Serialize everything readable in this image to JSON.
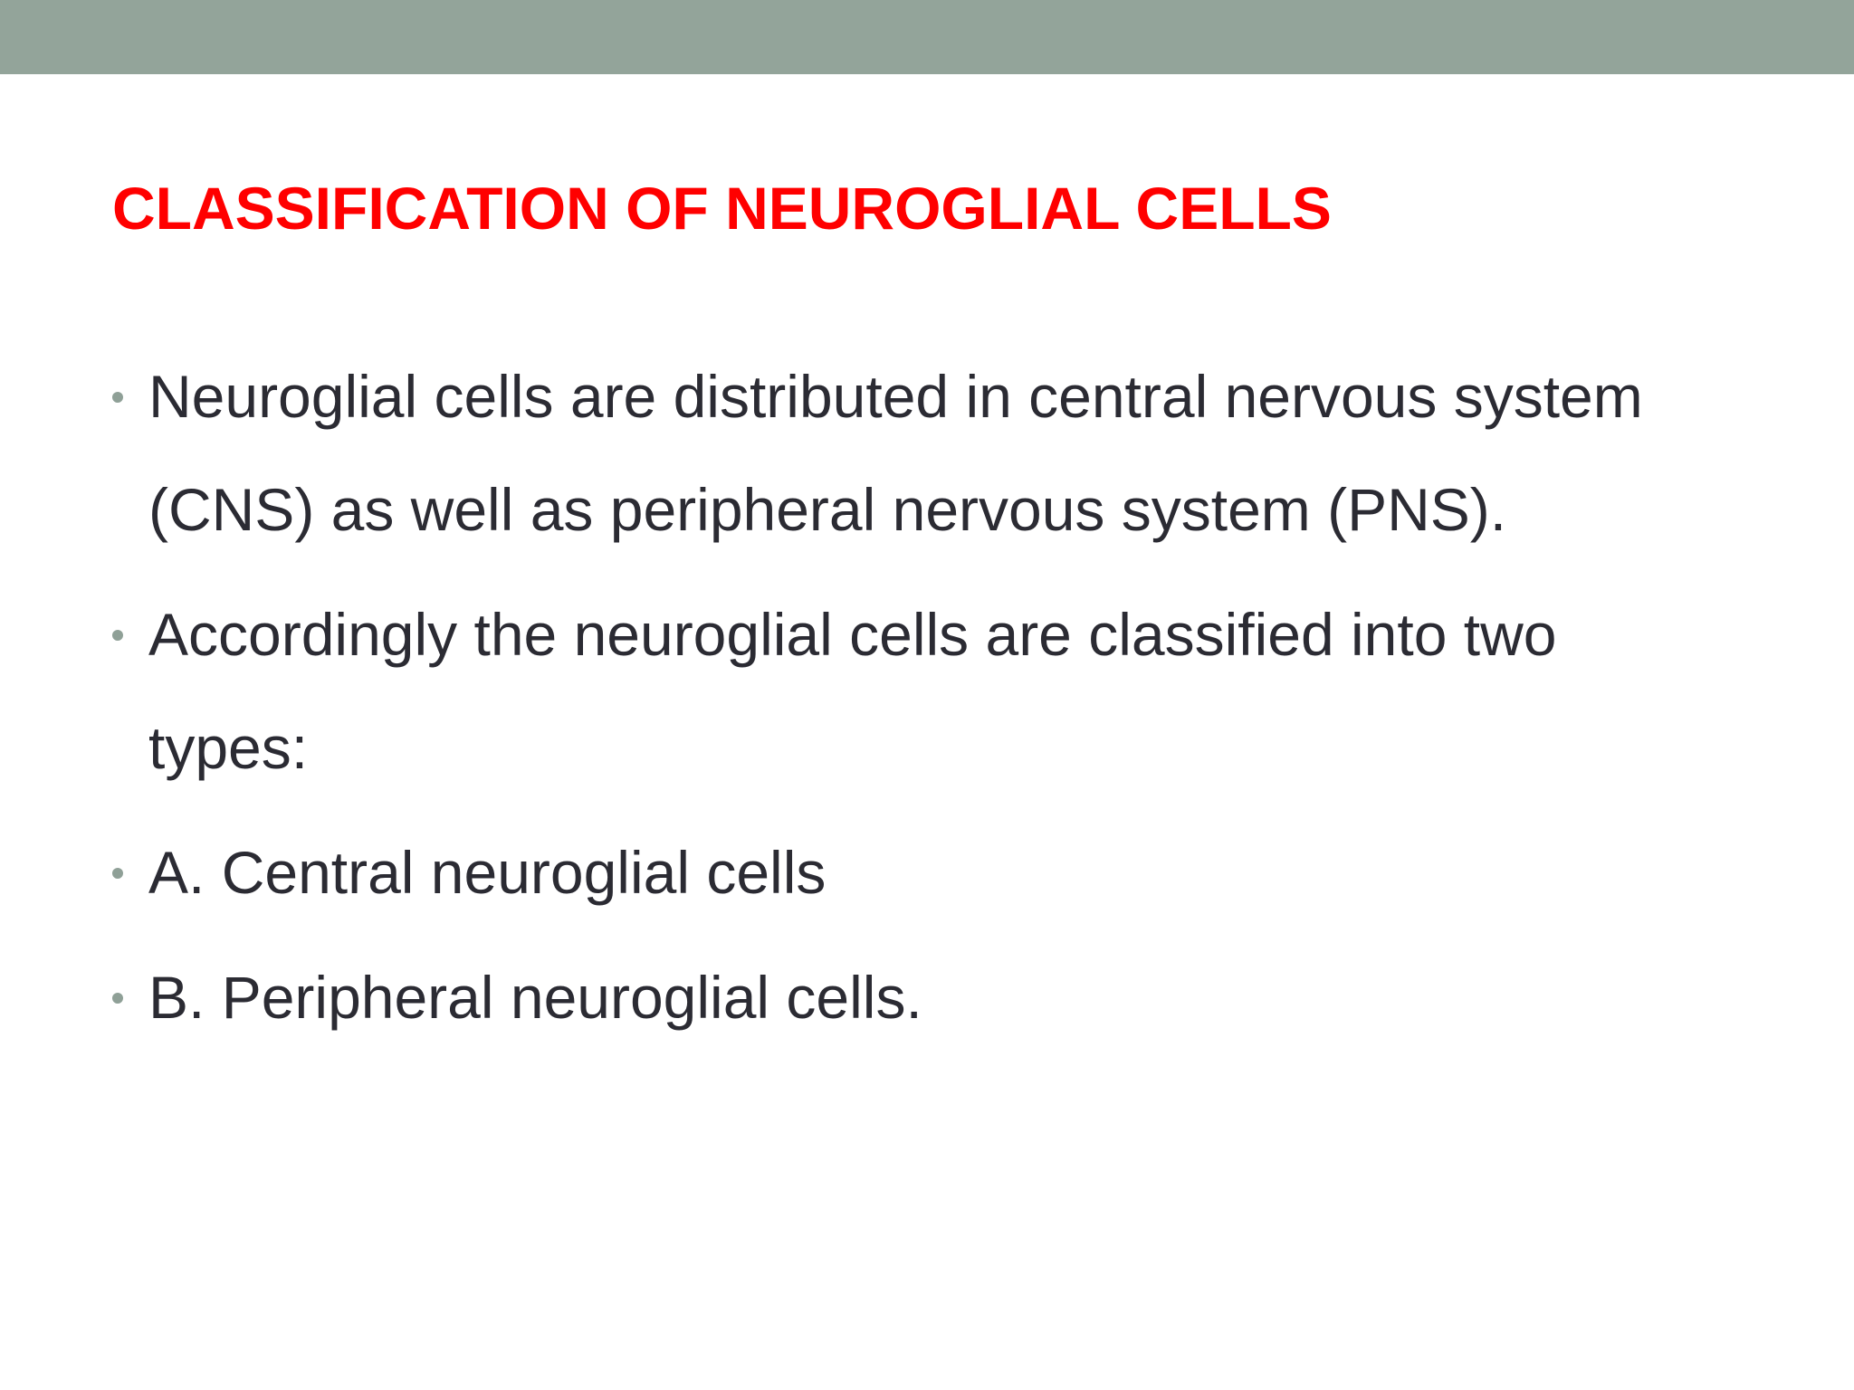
{
  "slide": {
    "title": "CLASSIFICATION OF NEUROGLIAL CELLS",
    "bullets": [
      "Neuroglial cells are distributed in central nervous system (CNS) as well as peripheral nervous system (PNS).",
      "Accordingly the neuroglial cells are classified into two types:",
      "A. Central neuroglial cells",
      "B. Peripheral neuroglial cells."
    ]
  },
  "colors": {
    "top_band": "#93a49a",
    "title": "#ff0000",
    "body_text": "#2b2b33",
    "bullet_dot": "#8fa097"
  }
}
